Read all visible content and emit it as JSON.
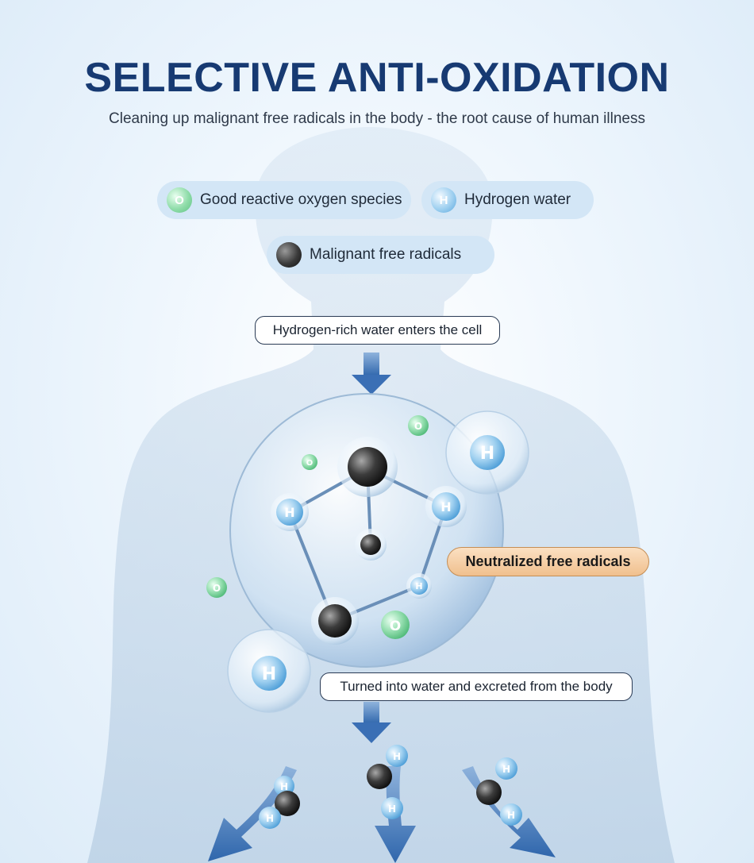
{
  "header": {
    "title": "SELECTIVE ANTI-OXIDATION",
    "subtitle": "Cleaning up malignant free radicals in the body - the root cause of human illness"
  },
  "legend": {
    "good_oxygen": {
      "symbol": "O",
      "label": "Good reactive oxygen species"
    },
    "hydrogen_water": {
      "symbol": "H",
      "label": "Hydrogen water"
    },
    "malignant": {
      "label": "Malignant free radicals"
    }
  },
  "steps": {
    "enter_cell": "Hydrogen-rich water enters the cell",
    "neutralized": "Neutralized free radicals",
    "excreted": "Turned into water and excreted from the body"
  },
  "colors": {
    "title": "#173a72",
    "arrow": "#3a73b8",
    "oxygen_atom": "#6fcf93",
    "hydrogen_atom": "#6fb4e6",
    "radical": "#2a2a2a",
    "badge": "#f0c08e"
  },
  "icons": {
    "oxygen": "green-sphere-o-icon",
    "hydrogen": "blue-sphere-h-icon",
    "radical": "dark-sphere-radical-icon",
    "arrow": "down-arrow-icon"
  }
}
